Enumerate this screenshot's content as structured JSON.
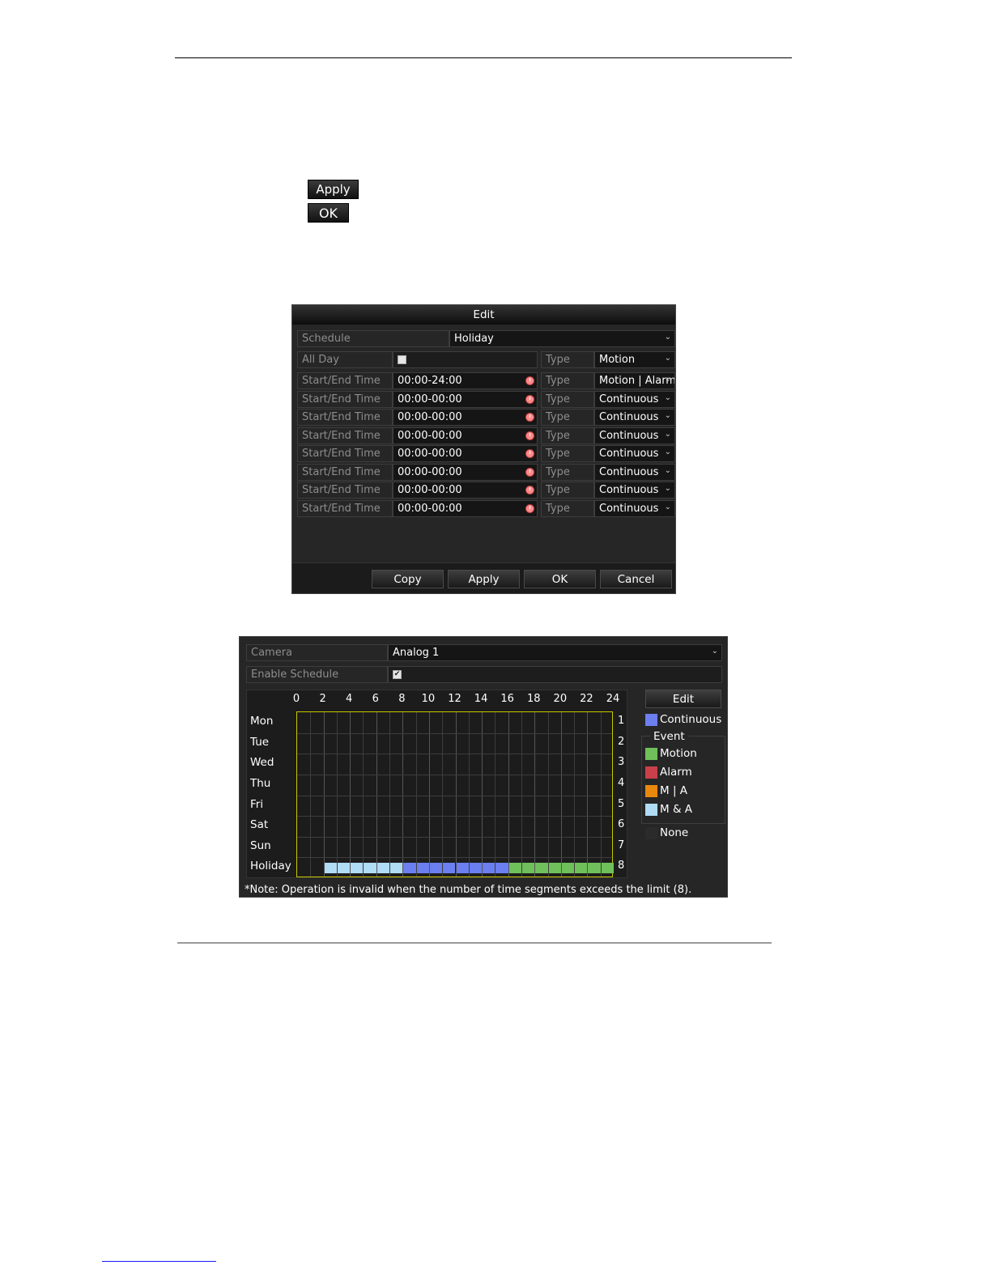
{
  "inline_buttons": {
    "apply": "Apply",
    "ok": "OK"
  },
  "edit_dialog": {
    "title": "Edit",
    "schedule_label": "Schedule",
    "schedule_value": "Holiday",
    "all_day_label": "All Day",
    "all_day_checked": false,
    "type_label": "Type",
    "all_day_type": "Motion",
    "rows": [
      {
        "label": "Start/End Time",
        "time": "00:00-24:00",
        "type_label": "Type",
        "type": "Motion | Alarm"
      },
      {
        "label": "Start/End Time",
        "time": "00:00-00:00",
        "type_label": "Type",
        "type": "Continuous"
      },
      {
        "label": "Start/End Time",
        "time": "00:00-00:00",
        "type_label": "Type",
        "type": "Continuous"
      },
      {
        "label": "Start/End Time",
        "time": "00:00-00:00",
        "type_label": "Type",
        "type": "Continuous"
      },
      {
        "label": "Start/End Time",
        "time": "00:00-00:00",
        "type_label": "Type",
        "type": "Continuous"
      },
      {
        "label": "Start/End Time",
        "time": "00:00-00:00",
        "type_label": "Type",
        "type": "Continuous"
      },
      {
        "label": "Start/End Time",
        "time": "00:00-00:00",
        "type_label": "Type",
        "type": "Continuous"
      },
      {
        "label": "Start/End Time",
        "time": "00:00-00:00",
        "type_label": "Type",
        "type": "Continuous"
      }
    ],
    "buttons": {
      "copy": "Copy",
      "apply": "Apply",
      "ok": "OK",
      "cancel": "Cancel"
    }
  },
  "schedule_panel": {
    "camera_label": "Camera",
    "camera_value": "Analog 1",
    "enable_label": "Enable Schedule",
    "enable_checked": true,
    "hours": [
      "0",
      "2",
      "4",
      "6",
      "8",
      "10",
      "12",
      "14",
      "16",
      "18",
      "20",
      "22",
      "24"
    ],
    "days": [
      {
        "name": "Mon",
        "num": "1"
      },
      {
        "name": "Tue",
        "num": "2"
      },
      {
        "name": "Wed",
        "num": "3"
      },
      {
        "name": "Thu",
        "num": "4"
      },
      {
        "name": "Fri",
        "num": "5"
      },
      {
        "name": "Sat",
        "num": "6"
      },
      {
        "name": "Sun",
        "num": "7"
      },
      {
        "name": "Holiday",
        "num": "8"
      }
    ],
    "segments": [
      {
        "day": 7,
        "start": 2,
        "end": 8,
        "type": "ma"
      },
      {
        "day": 7,
        "start": 8,
        "end": 16,
        "type": "continuous"
      },
      {
        "day": 7,
        "start": 16,
        "end": 24,
        "type": "motion"
      }
    ],
    "edit_button": "Edit",
    "legend": {
      "continuous": "Continuous",
      "event_label": "Event",
      "motion": "Motion",
      "alarm": "Alarm",
      "m_or_a": "M | A",
      "m_and_a": "M & A",
      "none": "None"
    },
    "colors": {
      "continuous": "#6b7ff0",
      "motion": "#6fc05a",
      "alarm": "#c9404a",
      "m_or_a": "#e8880d",
      "ma": "#b0dcf6",
      "none": "#2b2b2b"
    },
    "note": "*Note: Operation is invalid when the number of time segments exceeds the limit (8)."
  }
}
